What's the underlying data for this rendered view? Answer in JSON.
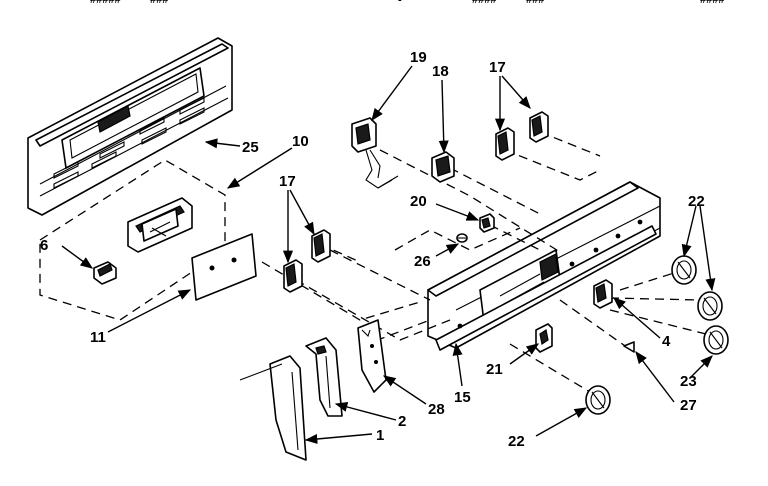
{
  "header_fragments": [
    "#####",
    "###",
    "-",
    "####",
    "###",
    "####"
  ],
  "callouts": {
    "c1": "1",
    "c2": "2",
    "c4": "4",
    "c6": "6",
    "c10": "10",
    "c11": "11",
    "c15": "15",
    "c17a": "17",
    "c17b": "17",
    "c18": "18",
    "c19": "19",
    "c20": "20",
    "c21": "21",
    "c22a": "22",
    "c22b": "22",
    "c23": "23",
    "c25": "25",
    "c26": "26",
    "c27": "27",
    "c28": "28"
  }
}
